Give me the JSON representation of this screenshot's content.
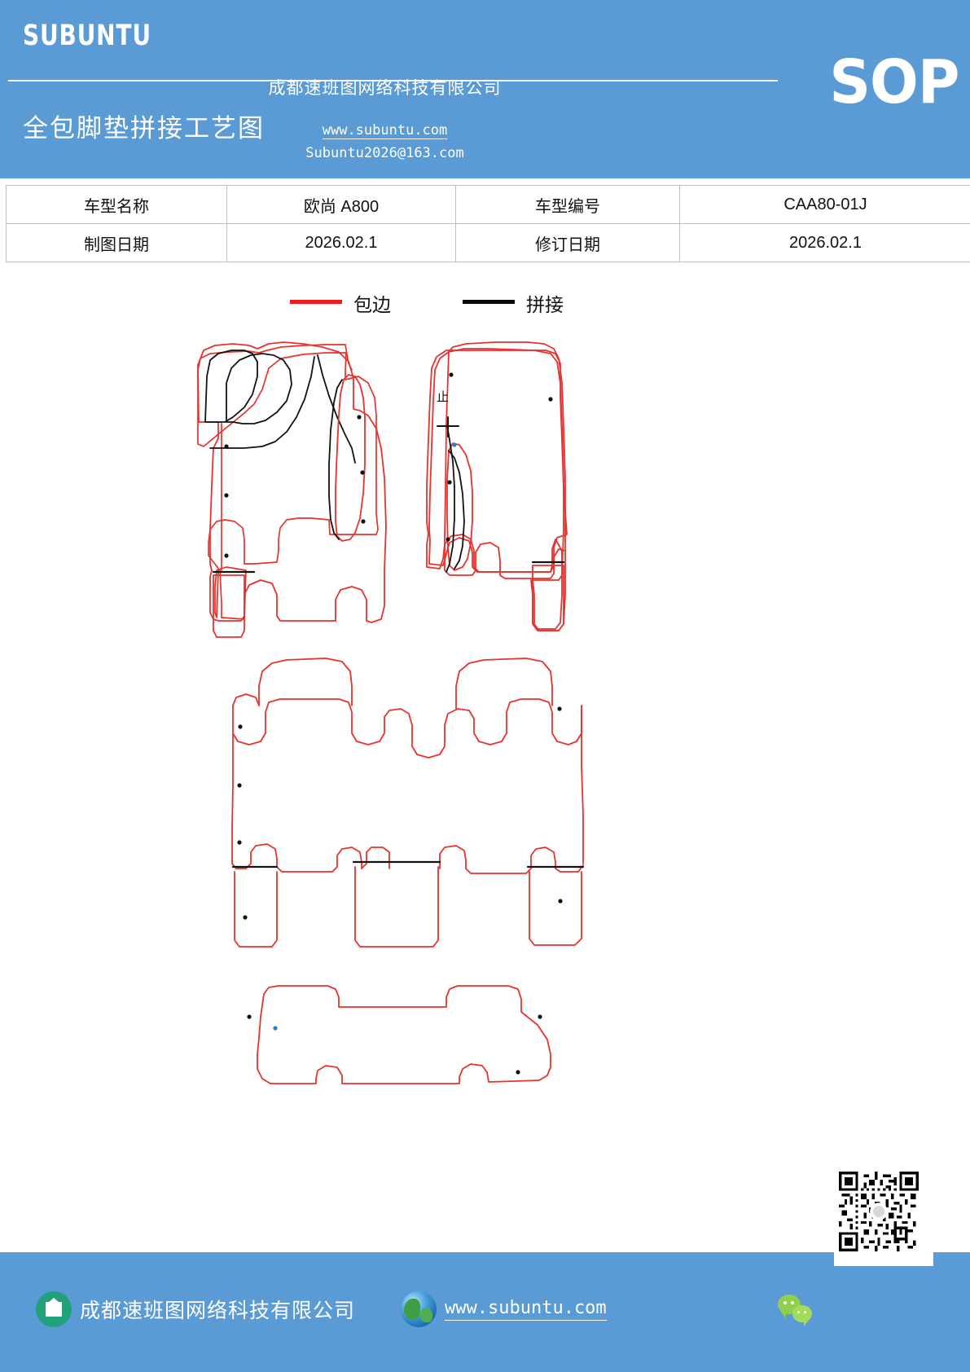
{
  "header": {
    "brand": "SUBUNTU",
    "doc_type": "SOP",
    "doc_title": "全包脚垫拼接工艺图",
    "company": "成都速班图网络科技有限公司",
    "website": "www.subuntu.com",
    "email": "Subuntu2026@163.com",
    "bg_color": "#5b9bd5"
  },
  "info_table": {
    "rows": [
      {
        "label1": "车型名称",
        "value1": "欧尚 A800",
        "label2": "车型编号",
        "value2": "CAA80-01J"
      },
      {
        "label1": "制图日期",
        "value1": "2026.02.1",
        "label2": "修订日期",
        "value2": "2026.02.1"
      }
    ]
  },
  "legend": {
    "items": [
      {
        "label": "包边",
        "color": "#ee1c1c"
      },
      {
        "label": "拼接",
        "color": "#0a0a0a"
      }
    ]
  },
  "drawing": {
    "annotation": "止",
    "binding_color": "#e8322e",
    "seam_color": "#111111",
    "eyelet_color": "#111111"
  },
  "footer": {
    "company": "成都速班图网络科技有限公司",
    "website": "www.subuntu.com",
    "bg_color": "#5b9bd5"
  }
}
